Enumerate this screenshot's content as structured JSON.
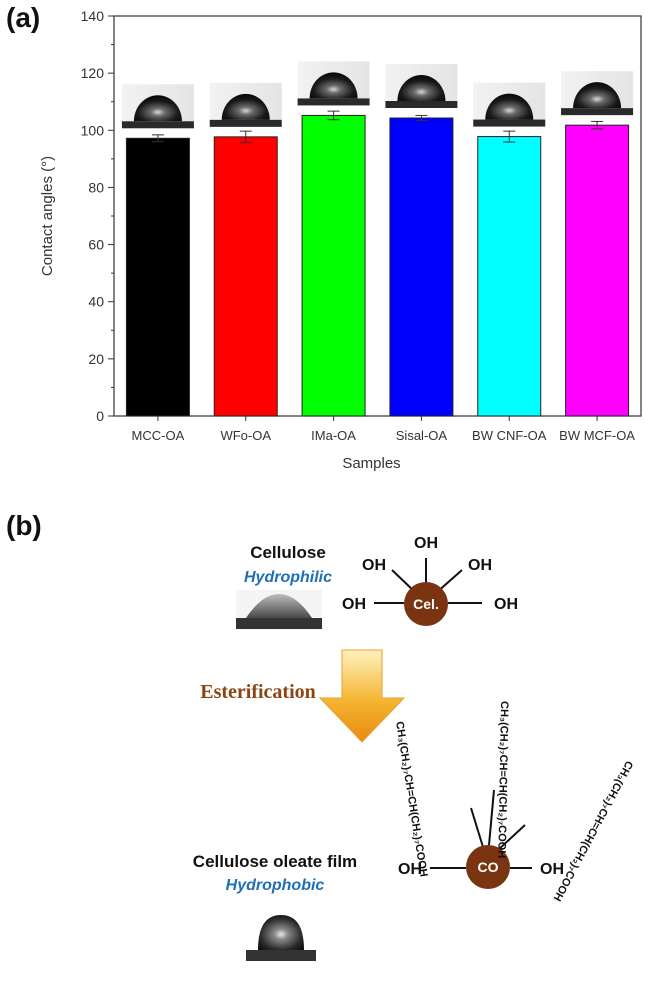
{
  "panels": {
    "a": "(a)",
    "b": "(b)"
  },
  "chart_data": {
    "type": "bar",
    "title": "",
    "xlabel": "Samples",
    "ylabel": "Contact angles (°)",
    "ylim": [
      0,
      140
    ],
    "yticks": [
      0,
      20,
      40,
      60,
      80,
      100,
      120,
      140
    ],
    "categories": [
      "MCC-OA",
      "WFo-OA",
      "IMa-OA",
      "Sisal-OA",
      "BW CNF-OA",
      "BW MCF-OA"
    ],
    "values": [
      97.2,
      97.7,
      105.2,
      104.3,
      97.8,
      101.8
    ],
    "errors": [
      1.2,
      2.0,
      1.5,
      0.9,
      1.9,
      1.3
    ],
    "colors": [
      "#000000",
      "#ff0000",
      "#00ff00",
      "#0000ff",
      "#00ffff",
      "#ff00ff"
    ],
    "grid": false,
    "legend": "none"
  },
  "scheme": {
    "cellulose_title": "Cellulose",
    "cellulose_prop": "Hydrophilic",
    "core_label": "Cel.",
    "oh": "OH",
    "reaction": "Esterification",
    "film_title": "Cellulose oleate film",
    "film_prop": "Hydrophobic",
    "product_core": "CO",
    "chain1": "CH₃(CH₂)₇CH=CH(CH₂)₇COOH",
    "chain2": "CH₃(CH₂)₇CH=CH(CH₂)₇COOH",
    "chain3": "CH₃(CH₂)₇CH=CH(CH₂)₇COOH",
    "prop_color": "#1f6fb5",
    "core_color": "#7a3411",
    "arrow_color": "#f0a020",
    "reaction_color": "#8b4513"
  }
}
